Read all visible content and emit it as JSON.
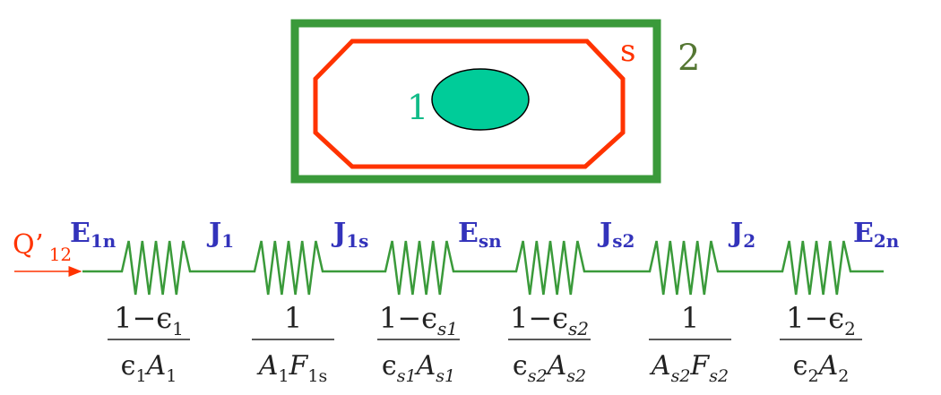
{
  "enclosure": {
    "surface1_label": "1",
    "shield_label": "s",
    "surface2_label": "2"
  },
  "heat_flow": {
    "label_main": "Q’",
    "label_sub": "12"
  },
  "nodes": [
    {
      "main": "E",
      "sub": "1n"
    },
    {
      "main": "J",
      "sub": "1"
    },
    {
      "main": "J",
      "sub": "1s"
    },
    {
      "main": "E",
      "sub": "sn"
    },
    {
      "main": "J",
      "sub": "s2"
    },
    {
      "main": "J",
      "sub": "2"
    },
    {
      "main": "E",
      "sub": "2n"
    }
  ],
  "resistances": [
    {
      "num": {
        "one": "1",
        "minus": "−",
        "sym": "ϵ",
        "sub": "1"
      },
      "den": [
        {
          "sym": "ϵ",
          "sub": "1"
        },
        {
          "sym": "A",
          "sub": "1"
        }
      ]
    },
    {
      "num": {
        "one": "1"
      },
      "den": [
        {
          "sym": "A",
          "sub": "1"
        },
        {
          "sym": "F",
          "sub": "1s"
        }
      ]
    },
    {
      "num": {
        "one": "1",
        "minus": "−",
        "sym": "ϵ",
        "sub": "s1"
      },
      "den": [
        {
          "sym": "ϵ",
          "sub": "s1"
        },
        {
          "sym": "A",
          "sub": "s1"
        }
      ]
    },
    {
      "num": {
        "one": "1",
        "minus": "−",
        "sym": "ϵ",
        "sub": "s2"
      },
      "den": [
        {
          "sym": "ϵ",
          "sub": "s2"
        },
        {
          "sym": "A",
          "sub": "s2"
        }
      ]
    },
    {
      "num": {
        "one": "1"
      },
      "den": [
        {
          "sym": "A",
          "sub": "s2"
        },
        {
          "sym": "F",
          "sub": "s2"
        }
      ]
    },
    {
      "num": {
        "one": "1",
        "minus": "−",
        "sym": "ϵ",
        "sub": "2"
      },
      "den": [
        {
          "sym": "ϵ",
          "sub": "2"
        },
        {
          "sym": "A",
          "sub": "2"
        }
      ]
    }
  ],
  "colors": {
    "outer_box": "#3a9a3a",
    "shield": "#ff3300",
    "inner_body": "#00cc99",
    "wire": "#3a9a3a",
    "node_text": "#3333bb",
    "arrow": "#ff3300",
    "label1": "#11bb88",
    "label2": "#557733"
  }
}
